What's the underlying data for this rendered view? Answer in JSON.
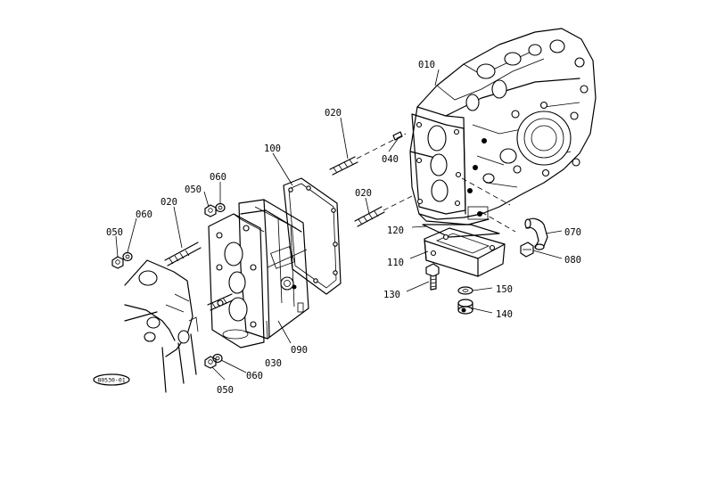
{
  "labels": {
    "p010": "010",
    "p020_top": "020",
    "p020_mid": "020",
    "p020_left": "020",
    "p030": "030",
    "p040": "040",
    "p050_a": "050",
    "p050_b": "050",
    "p050_c": "050",
    "p060_a": "060",
    "p060_b": "060",
    "p060_c": "060",
    "p070": "070",
    "p080": "080",
    "p090": "090",
    "p100": "100",
    "p110": "110",
    "p120": "120",
    "p130": "130",
    "p140": "140",
    "p150": "150"
  },
  "reference_code": "80530-01"
}
